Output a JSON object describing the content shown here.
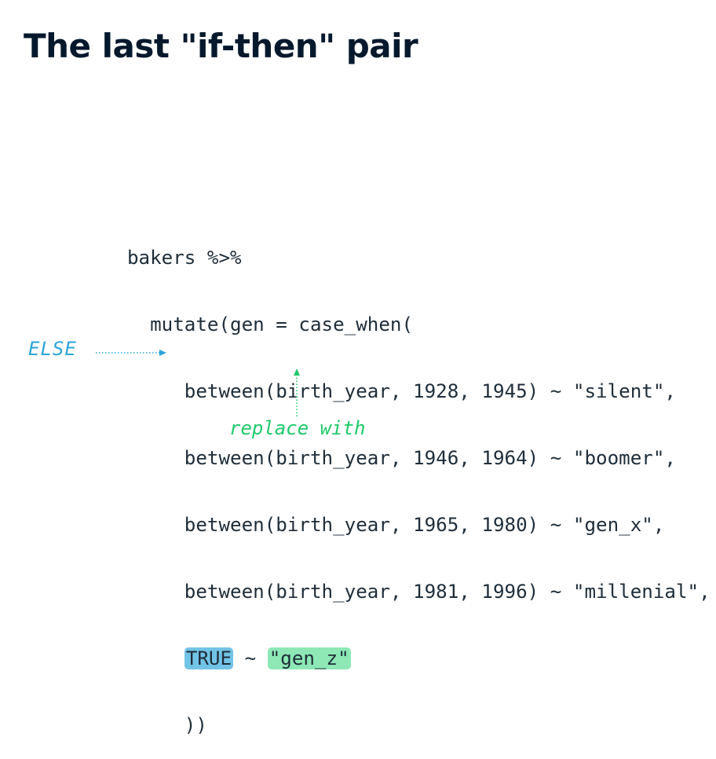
{
  "title": "The last \"if-then\" pair",
  "code": {
    "line1": "bakers %>%",
    "line2": "  mutate(gen = case_when(",
    "line3": "     between(birth_year, 1928, 1945) ~ \"silent\",",
    "line4": "     between(birth_year, 1946, 1964) ~ \"boomer\",",
    "line5": "     between(birth_year, 1965, 1980) ~ \"gen_x\",",
    "line6": "     between(birth_year, 1981, 1996) ~ \"millenial\",",
    "line7_indent": "     ",
    "line7_true": "TRUE",
    "line7_tilde": " ~ ",
    "line7_value": "\"gen_z\"",
    "line8": "     ))"
  },
  "annotations": {
    "else_label": "ELSE",
    "replace_label": "replace with"
  },
  "colors": {
    "title": "#05192d",
    "else_highlight": "#72c4e6",
    "value_highlight": "#8de8b5",
    "else_annotation": "#2aa4d8",
    "replace_annotation": "#20c96a"
  }
}
